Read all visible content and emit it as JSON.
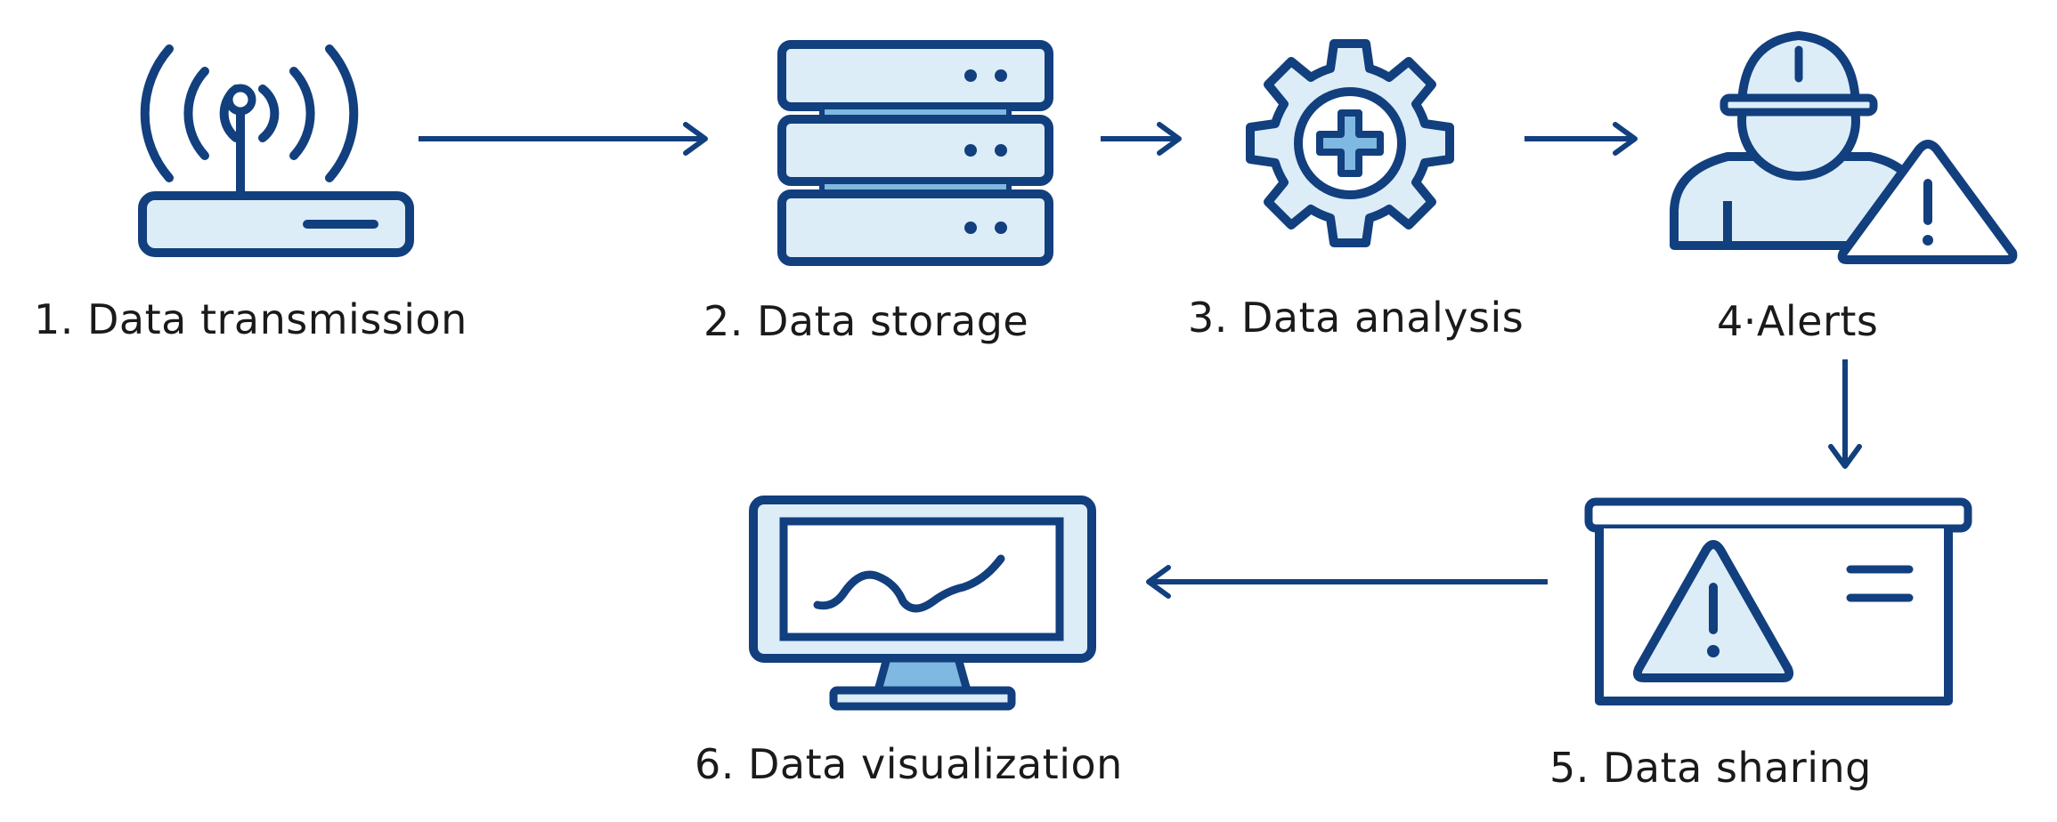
{
  "colors": {
    "stroke": "#123f7e",
    "fill_light": "#dcedf8",
    "fill_mid": "#7fb8e0",
    "text": "#1a1a1a",
    "background": "#ffffff"
  },
  "steps": [
    {
      "label": "1. Data transmission",
      "icon": "router-icon"
    },
    {
      "label": "2. Data storage",
      "icon": "server-icon"
    },
    {
      "label": "3. Data analysis",
      "icon": "gear-icon"
    },
    {
      "label": "4·Alerts",
      "icon": "worker-alert-icon"
    },
    {
      "label": "5. Data sharing",
      "icon": "alert-board-icon"
    },
    {
      "label": "6. Data visualization",
      "icon": "monitor-chart-icon"
    }
  ]
}
